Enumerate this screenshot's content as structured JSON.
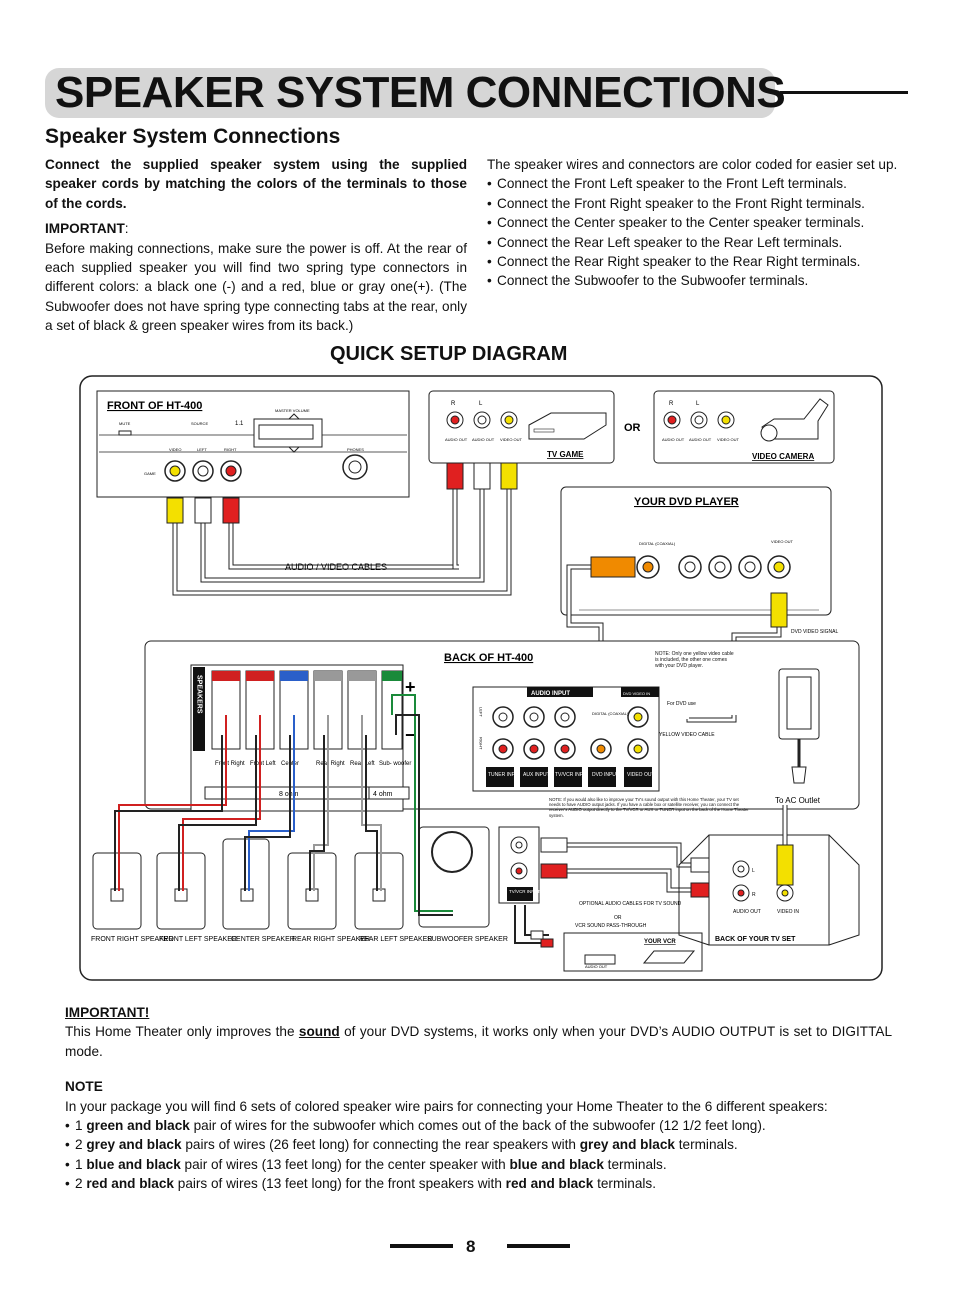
{
  "header": {
    "title": "SPEAKER  SYSTEM CONNECTIONS"
  },
  "section": {
    "title": "Speaker  System  Connections"
  },
  "left_col": {
    "intro": "Connect the supplied speaker system using the supplied speaker cords by matching the colors of the terminals to those of the cords.",
    "important_label": "IMPORTANT",
    "important_colon": ":",
    "body": "Before making connections, make sure the power is off. At the rear of each supplied speaker you will find two spring type connectors in different colors: a black one (-) and a red, blue or gray one(+). (The Subwoofer does not have spring type connecting tabs at the rear, only a set of black & green speaker wires from its back.)"
  },
  "right_col": {
    "intro": "The speaker wires and connectors are color coded for easier set up.",
    "bullets": [
      "Connect the Front Left speaker to the Front Left terminals.",
      "Connect the Front Right speaker to the Front Right terminals.",
      "Connect the Center speaker to the Center speaker terminals.",
      "Connect the Rear Left speaker to the Rear Left terminals.",
      "Connect the Rear Right speaker to the Rear Right terminals.",
      "Connect the Subwoofer to the Subwoofer terminals."
    ]
  },
  "diagram": {
    "title": "QUICK  SETUP  DIAGRAM",
    "front_panel": {
      "title": "FRONT OF HT-400",
      "master_volume": "MASTER VOLUME",
      "mute": "MUTE",
      "source": "SOURCE",
      "display": "1.1",
      "video": "VIDEO",
      "left": "LEFT",
      "right": "RIGHT",
      "phones": "PHONES",
      "game": "GAME"
    },
    "tv_game": {
      "label": "TV GAME",
      "r": "R",
      "l": "L",
      "audio_out_1": "AUDIO OUT",
      "audio_out_2": "AUDIO OUT",
      "video_out": "VIDEO OUT"
    },
    "or_1": "OR",
    "video_camera": {
      "label": "VIDEO CAMERA",
      "r": "R",
      "l": "L",
      "audio_out_1": "AUDIO OUT",
      "audio_out_2": "AUDIO OUT",
      "video_out": "VIDEO OUT"
    },
    "av_cables": "AUDIO / VIDEO CABLES",
    "dvd_player": {
      "title": "YOUR DVD PLAYER",
      "digital": "DIGITAL (COAXIAL)",
      "video_out": "VIDEO OUT"
    },
    "dvd_video_signal": "DVD VIDEO SIGNAL",
    "back_panel": {
      "title": "BACK OF HT-400",
      "speakers_label": "SPEAKERS",
      "plus": "+",
      "minus": "−",
      "terminals": [
        "Front Right",
        "Front Left",
        "Center",
        "Rear Right",
        "Rear Left",
        "Sub- woofer"
      ],
      "ohm_8": "8 ohm",
      "ohm_4": "4 ohm",
      "audio_input": "AUDIO INPUT",
      "dvd_video_in": "DVD VIDEO IN",
      "left": "LEFT",
      "right": "RIGHT",
      "digital": "DIGITAL (COAXIAL)",
      "inputs": [
        "TUNER INPUT",
        "AUX INPUT",
        "TV/VCR INPUT",
        "DVD INPUT",
        "VIDEO OUT"
      ],
      "note_yellow": "NOTE: Only one yellow video cable is included, the other one comes with your DVD player.",
      "for_dvd": "For DVD use",
      "yellow_cable": "YELLOW VIDEO CABLE",
      "note_tv": "NOTE: If you would also like to improve your TV's sound output with this Home Theater, your TV set needs to have AUDIO output jacks. If you have a cable box or satellite receiver, you can connect the receiver's AUDIO output directly to the TV/VCR or AUX or TUNER input on the back of the Home Theater system."
    },
    "to_ac": "To AC Outlet",
    "speakers": [
      "FRONT RIGHT SPEAKER",
      "FRONT LEFT SPEAKER",
      "CENTER SPEAKER",
      "REAR RIGHT SPEAKER",
      "REAR LEFT SPEAKER",
      "SUBWOOFER SPEAKER"
    ],
    "tvvcr_input": "TV/VCR INPUT",
    "optional_cables": "OPTIONAL AUDIO CABLES FOR TV SOUND",
    "or_2": "OR",
    "vcr_pass": "VCR SOUND PASS-THROUGH",
    "your_vcr": "YOUR VCR",
    "vcr_audio_out": "AUDIO OUT",
    "tv_set": {
      "title": "BACK OF YOUR TV SET",
      "audio_out": "AUDIO OUT",
      "video_in": "VIDEO IN",
      "l": "L",
      "r": "R"
    }
  },
  "bottom": {
    "important_title": "IMPORTANT!",
    "important_pre": "This Home Theater only improves the ",
    "important_bold": "sound",
    "important_post": " of your DVD systems, it works only when your DVD’s AUDIO OUTPUT is set to DIGITTAL mode.",
    "note_title": "NOTE",
    "note_body": "In your package you will find 6 sets of colored speaker wire pairs for connecting your Home Theater to the 6 different speakers:",
    "bullets": [
      {
        "n": "1 ",
        "b1": "green and black",
        "t1": " pair of wires for the subwoofer which comes out of the back of the subwoofer (12 1/2 feet long).",
        "b2": "",
        "t2": ""
      },
      {
        "n": "2 ",
        "b1": "grey and black",
        "t1": " pairs of wires (26 feet long) for connecting the rear speakers with ",
        "b2": "grey and black",
        "t2": " terminals."
      },
      {
        "n": "1 ",
        "b1": "blue and black",
        "t1": " pair of wires (13 feet long) for the center speaker with ",
        "b2": "blue and black",
        "t2": " terminals."
      },
      {
        "n": "2 ",
        "b1": "red and black",
        "t1": " pairs of wires (13 feet long) for the front speakers with ",
        "b2": "red and black",
        "t2": " terminals."
      }
    ]
  },
  "page_number": "8"
}
